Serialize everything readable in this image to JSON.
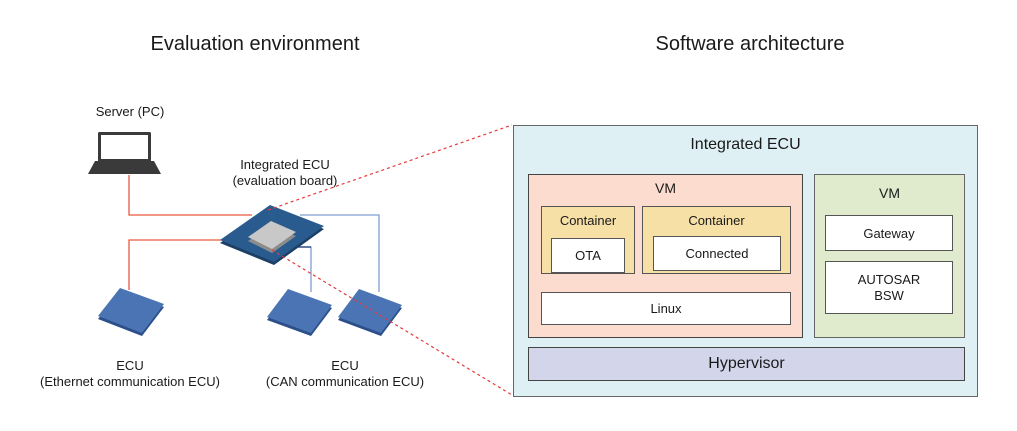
{
  "left_panel": {
    "title": "Evaluation environment",
    "server_label": "Server (PC)",
    "integrated_ecu_label_line1": "Integrated ECU",
    "integrated_ecu_label_line2": "(evaluation board)",
    "ecu_ethernet_line1": "ECU",
    "ecu_ethernet_line2": "(Ethernet communication ECU)",
    "ecu_can_line1": "ECU",
    "ecu_can_line2": "(CAN communication ECU)",
    "colors": {
      "ethernet_link": "#e8593f",
      "can_link": "#7f9dd0",
      "zoom_guide": "#e53a3a",
      "board": "#2a5b8e",
      "chip": "#c8c8c8",
      "ecu_device": "#4a74b4",
      "laptop": "#3a3a3a"
    }
  },
  "right_panel": {
    "title": "Software architecture",
    "integrated_ecu": {
      "label": "Integrated ECU",
      "color": "#def0f3"
    },
    "vm_left": {
      "label": "VM",
      "color": "#fbdccf",
      "containers": [
        {
          "label": "Container",
          "app": "OTA"
        },
        {
          "label": "Container",
          "app": "Connected"
        }
      ],
      "container_color": "#f6e0a6",
      "os": "Linux"
    },
    "vm_right": {
      "label": "VM",
      "color": "#e0ebcd",
      "components": [
        "Gateway",
        "AUTOSAR BSW"
      ],
      "autosar_line1": "AUTOSAR",
      "autosar_line2": "BSW"
    },
    "hypervisor": {
      "label": "Hypervisor",
      "color": "#d3d6eb"
    }
  }
}
